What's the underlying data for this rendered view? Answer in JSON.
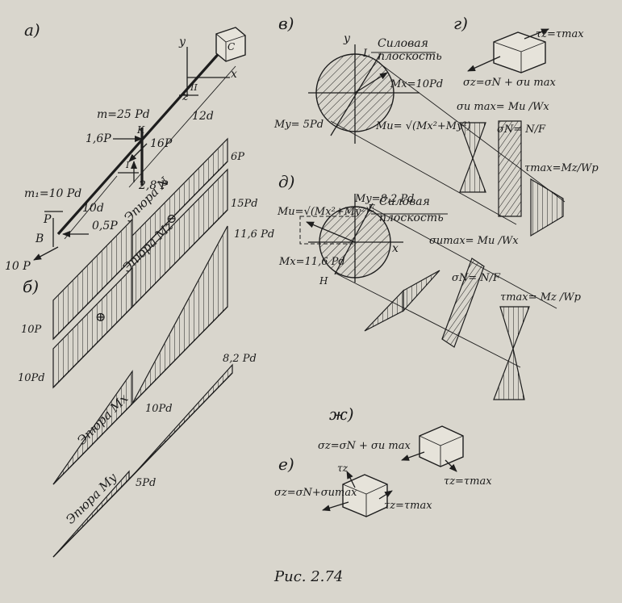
{
  "caption": "Рис. 2.74",
  "panels": {
    "a": "а)",
    "b": "б)",
    "v": "в)",
    "g": "г)",
    "d": "д)",
    "e": "е)",
    "zh": "ж)"
  },
  "panel_a": {
    "axis_y": "y",
    "axis_z": "z",
    "axis_x": "x",
    "point_c": "C",
    "section_II": "II",
    "section_I": "I",
    "point_k": "K",
    "point_b": "B",
    "len_12d": "12d",
    "len_10d": "10d",
    "m": "m=25 Pd",
    "m1": "m₁=10 Pd",
    "f16p": "1,6P",
    "f16p_r": "16P",
    "f28p": "2,8 P",
    "f05p": "0,5P",
    "fp": "P",
    "f10p": "10 P"
  },
  "panel_b": {
    "N_label": "Эпюра  N",
    "N_top": "6P",
    "N_bottom": "10P",
    "Mz_label": "Эпюра  Mz",
    "Mz_top": "15Pd",
    "Mz_right": "11,6 Pd",
    "Mz_bottom": "10Pd",
    "Mx_label": "Эпюра  Mx",
    "Mx_value": "10Pd",
    "My_label": "Эпюра  My",
    "My_top": "8,2 Pd",
    "My_value": "5Pd",
    "plus": "⊕",
    "minus": "⊖"
  },
  "panel_v": {
    "axis_y": "y",
    "L": "L",
    "plane": "Силовая",
    "plane2": "плоскость",
    "Mx": "Mx=10Pd",
    "My": "My= 5Pd",
    "Mi": "Mи= √(Mx²+My²)",
    "sigma_i": "σи max= Mи /Wx",
    "sigma_n": "σN= N/F",
    "tau": "τmax=Mz/Wp"
  },
  "panel_g": {
    "tau": "τz=τmax",
    "sigma": "σz=σN + σи max"
  },
  "panel_d": {
    "My": "My=8,2 Pd",
    "Mi": "Mи=√(Mx²+My²)",
    "E": "E",
    "plane": "Силовая",
    "plane2": "плоскость",
    "Mx": "Mx=11,6 Pd",
    "axis_x": "x",
    "H": "H",
    "sigma_i": "σиmax= Mи /Wx",
    "sigma_n": "σN= N/F",
    "tau": "τmax= Mz /Wp"
  },
  "panel_zh": {
    "sigma": "σz=σN + σи max",
    "tau": "τz=τmax"
  },
  "panel_e": {
    "tau_top": "τz",
    "sigma": "σz=σN+σиmax",
    "tau": "τz=τmax"
  }
}
